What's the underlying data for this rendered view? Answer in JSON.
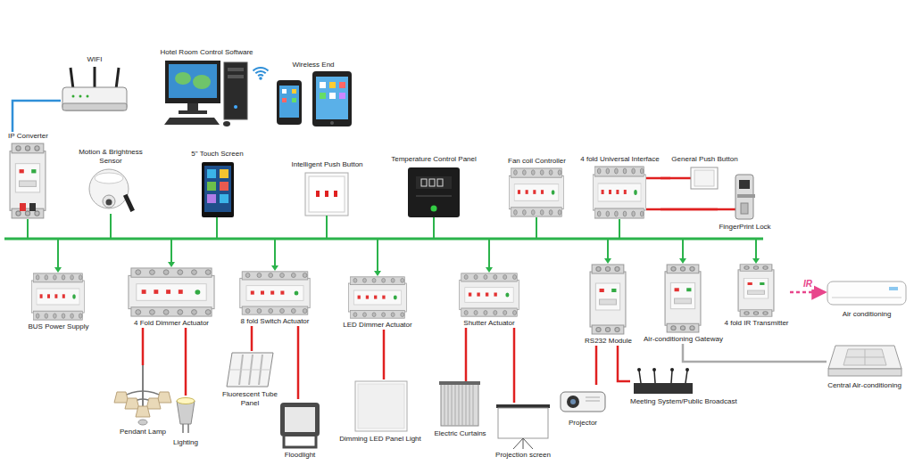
{
  "diagram": {
    "nodes": [
      {
        "text": [
          "WIFI"
        ]
      },
      {
        "text": [
          "Hotel Room Control Software"
        ]
      },
      {
        "text": [
          "Wireless End"
        ]
      },
      {
        "text": [
          "IP Converter"
        ]
      },
      {
        "text": [
          "Motion & Brightness Sensor"
        ]
      },
      {
        "text": [
          "5\" Touch Screen"
        ]
      },
      {
        "text": [
          "Intelligent Push Button"
        ]
      },
      {
        "text": [
          "Temperature Control Panel"
        ]
      },
      {
        "text": [
          "Fan coil Controller"
        ]
      },
      {
        "text": [
          "4 fold Universal Interface"
        ]
      },
      {
        "text": [
          "General Push Button"
        ]
      },
      {
        "text": [
          "FingerPrint Lock"
        ]
      },
      {
        "text": [
          "BUS Power Supply"
        ]
      },
      {
        "text": [
          "4 Fold Dimmer Actuator"
        ]
      },
      {
        "text": [
          "8 fold Switch Actuator"
        ]
      },
      {
        "text": [
          "LED Dimmer Actuator"
        ]
      },
      {
        "text": [
          "Shutter Actuator"
        ]
      },
      {
        "text": [
          "RS232 Module"
        ]
      },
      {
        "text": [
          "Air-conditioning Gateway"
        ]
      },
      {
        "text": [
          "4 fold IR Transmitter"
        ]
      },
      {
        "text": [
          "Air conditioning"
        ]
      },
      {
        "text": [
          "Central Air-conditioning"
        ]
      },
      {
        "text": [
          "Pendant Lamp"
        ]
      },
      {
        "text": [
          "Lighting"
        ]
      },
      {
        "text": [
          "Fluorescent Tube Panel"
        ]
      },
      {
        "text": [
          "Floodlight"
        ]
      },
      {
        "text": [
          "Dimming LED Panel Light"
        ]
      },
      {
        "text": [
          "Electric Curtains"
        ]
      },
      {
        "text": [
          "Projection screen"
        ]
      },
      {
        "text": [
          "Projector"
        ]
      },
      {
        "text": [
          "Meeting System/Public Broadcast"
        ]
      }
    ],
    "edges": [
      {
        "from": 3,
        "to": 0,
        "arrow": "none"
      },
      {
        "from": 9,
        "to": 10,
        "arrow": "none"
      },
      {
        "from": 9,
        "to": 11,
        "arrow": "none"
      },
      {
        "from": 13,
        "to": 22,
        "arrow": "none"
      },
      {
        "from": 13,
        "to": 23,
        "arrow": "none"
      },
      {
        "from": 14,
        "to": 24,
        "arrow": "none"
      },
      {
        "from": 14,
        "to": 25,
        "arrow": "none"
      },
      {
        "from": 15,
        "to": 26,
        "arrow": "none"
      },
      {
        "from": 16,
        "to": 27,
        "arrow": "none"
      },
      {
        "from": 16,
        "to": 28,
        "arrow": "none"
      },
      {
        "from": 17,
        "to": 29,
        "arrow": "none"
      },
      {
        "from": 17,
        "to": 30,
        "arrow": "none"
      },
      {
        "from": 18,
        "to": 21,
        "arrow": "none"
      },
      {
        "from": 19,
        "to": 20,
        "label": "IR",
        "arrow": "to"
      }
    ]
  }
}
